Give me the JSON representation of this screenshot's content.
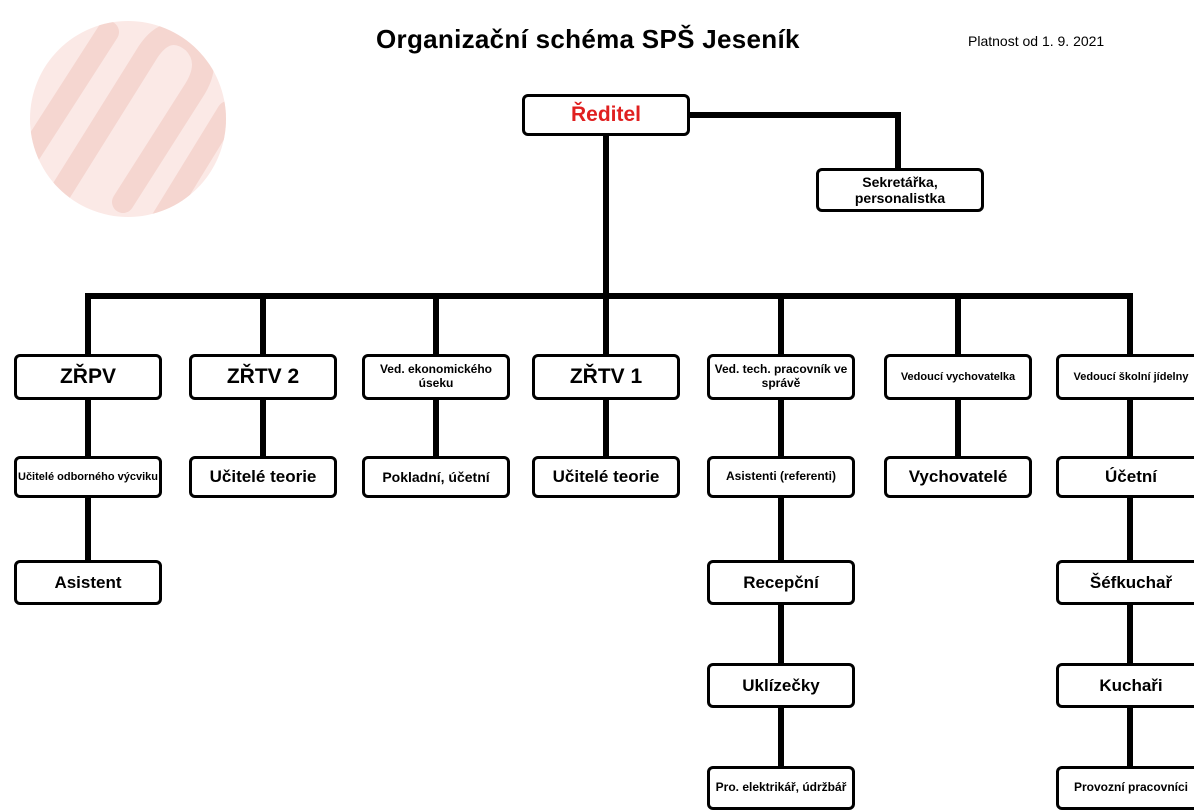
{
  "header": {
    "title": "Organizační schéma SPŠ Jeseník",
    "validity": "Platnost od 1. 9. 2021"
  },
  "colors": {
    "director": "#e02020",
    "logo": "#f5d6d0",
    "lines": "#000000"
  },
  "org": {
    "director": "Ředitel",
    "secretary": "Sekretářka, personalistka",
    "columns": [
      {
        "head": "ZŘPV",
        "items": [
          "Učitelé odborného výcviku",
          "Asistent"
        ]
      },
      {
        "head": "ZŘTV 2",
        "items": [
          "Učitelé teorie"
        ]
      },
      {
        "head": "Ved. ekonomického úseku",
        "items": [
          "Pokladní, účetní"
        ]
      },
      {
        "head": "ZŘTV 1",
        "items": [
          "Učitelé teorie"
        ]
      },
      {
        "head": "Ved. tech. pracovník ve správě",
        "items": [
          "Asistenti (referenti)",
          "Recepční",
          "Uklízečky",
          "Pro. elektrikář, údržbář"
        ]
      },
      {
        "head": "Vedoucí vychovatelka",
        "items": [
          "Vychovatelé"
        ]
      },
      {
        "head": "Vedoucí školní jídelny",
        "items": [
          "Účetní",
          "Šéfkuchař",
          "Kuchaři",
          "Provozní pracovníci"
        ]
      }
    ]
  }
}
